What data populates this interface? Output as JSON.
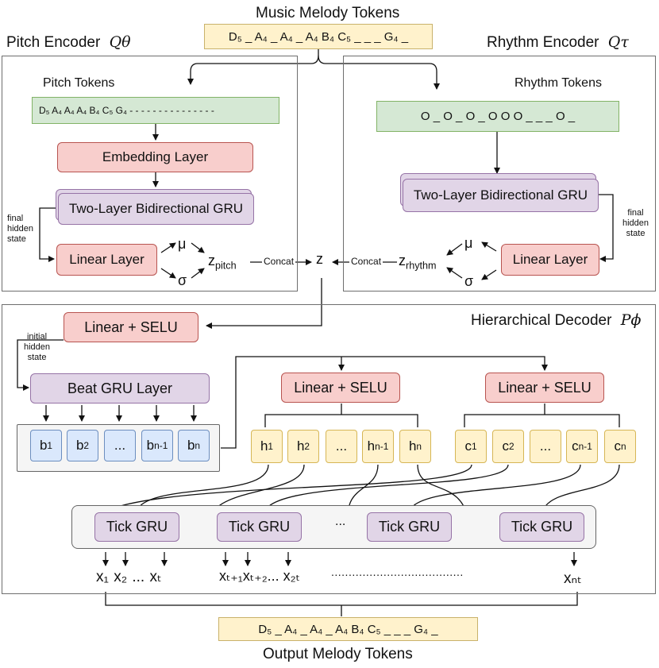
{
  "input": {
    "title": "Music Melody Tokens",
    "tokens": "D₅ _ A₄ _ A₄ _ A₄ B₄ C₅ _ _ _ G₄ _"
  },
  "pitch_encoder": {
    "title": "Pitch Encoder",
    "symbol": "Qθ",
    "tokens_label": "Pitch Tokens",
    "tokens": "D₅ A₄ A₄ A₄ B₄ C₅ G₄ - - - - - - - - - - - - - - -",
    "embedding": "Embedding Layer",
    "gru": "Two-Layer Bidirectional GRU",
    "final_state": "final\nhidden\nstate",
    "linear": "Linear Layer",
    "mu": "μ",
    "sigma": "σ",
    "z": "z",
    "z_sub": "pitch"
  },
  "rhythm_encoder": {
    "title": "Rhythm Encoder",
    "symbol": "Qτ",
    "tokens_label": "Rhythm Tokens",
    "tokens": "O _ O _ O _ O O O _ _ _ O _",
    "gru": "Two-Layer Bidirectional GRU",
    "final_state": "final\nhidden\nstate",
    "linear": "Linear Layer",
    "mu": "μ",
    "sigma": "σ",
    "z": "z",
    "z_sub": "rhythm"
  },
  "concat_label": "Concat",
  "z_label": "z",
  "decoder": {
    "title": "Hierarchical Decoder",
    "symbol": "Pϕ",
    "linear_selu": "Linear + SELU",
    "initial_state": "initial\nhidden\nstate",
    "beat_gru": "Beat GRU Layer",
    "beats": [
      "b",
      "b",
      "...",
      "b",
      "b"
    ],
    "beat_subs": [
      "1",
      "2",
      "",
      "n-1",
      "n"
    ],
    "h_cells": [
      "h",
      "h",
      "...",
      "h",
      "h"
    ],
    "h_subs": [
      "1",
      "2",
      "",
      "n-1",
      "n"
    ],
    "c_cells": [
      "c",
      "c",
      "...",
      "c",
      "c"
    ],
    "c_subs": [
      "1",
      "2",
      "",
      "n-1",
      "n"
    ],
    "tick_gru": "Tick GRU",
    "tick_ellipsis": "...",
    "x_group1": "x₁ x₂ ... xₜ",
    "x_group2": "xₜ₊₁xₜ₊₂... x₂ₜ",
    "x_dots": "......................................",
    "x_last": "xₙₜ"
  },
  "output": {
    "tokens": "D₅ _ A₄ _ A₄ _ A₄ B₄ C₅ _ _ _ G₄ _",
    "title": "Output Melody Tokens"
  }
}
